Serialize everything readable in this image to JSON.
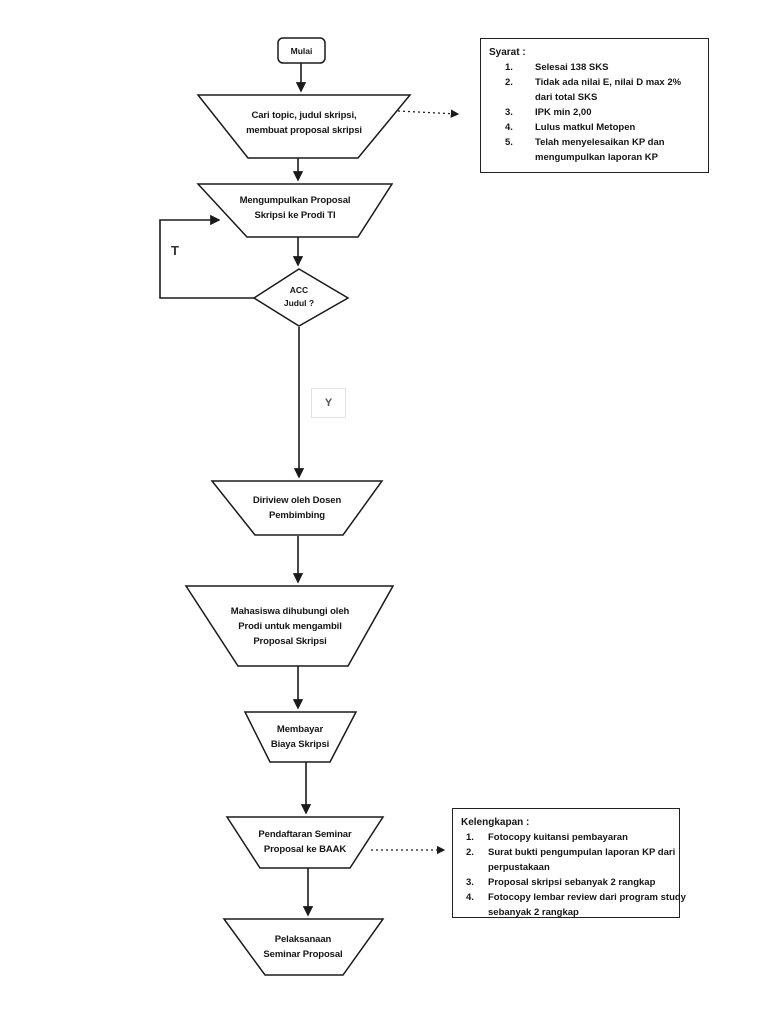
{
  "nodes": {
    "start": {
      "label": "Mulai"
    },
    "cari_topic": {
      "lines": [
        "Cari topic, judul skripsi,",
        "membuat proposal skripsi"
      ]
    },
    "mengumpulkan_proposal": {
      "lines": [
        "Mengumpulkan Proposal",
        "Skripsi ke  Prodi TI"
      ]
    },
    "acc_judul": {
      "lines": [
        "ACC",
        "Judul ?"
      ]
    },
    "diriview": {
      "lines": [
        "Diriview oleh Dosen",
        "Pembimbing"
      ]
    },
    "mahasiswa_dihubungi": {
      "lines": [
        "Mahasiswa dihubungi oleh",
        "Prodi untuk mengambil",
        "Proposal Skripsi"
      ]
    },
    "membayar": {
      "lines": [
        "Membayar",
        "Biaya Skripsi"
      ]
    },
    "pendaftaran_seminar": {
      "lines": [
        "Pendaftaran Seminar",
        "Proposal ke BAAK"
      ]
    },
    "pelaksanaan_seminar": {
      "lines": [
        "Pelaksanaan",
        "Seminar Proposal"
      ]
    }
  },
  "branch_labels": {
    "no": "T",
    "yes": "Y"
  },
  "syarat_box": {
    "title": "Syarat :",
    "items": [
      {
        "num": "1.",
        "lines": [
          "Selesai 138 SKS"
        ]
      },
      {
        "num": "2.",
        "lines": [
          "Tidak ada nilai E, nilai D max 2%",
          "dari total SKS"
        ]
      },
      {
        "num": "3.",
        "lines": [
          "IPK min 2,00"
        ]
      },
      {
        "num": "4.",
        "lines": [
          "Lulus matkul Metopen"
        ]
      },
      {
        "num": "5.",
        "lines": [
          "Telah menyelesaikan KP dan",
          "mengumpulkan laporan KP"
        ]
      }
    ]
  },
  "kelengkapan_box": {
    "title": "Kelengkapan :",
    "items": [
      {
        "num": "1.",
        "lines": [
          "Fotocopy kuitansi pembayaran"
        ]
      },
      {
        "num": "2.",
        "lines": [
          "Surat bukti pengumpulan laporan KP dari",
          "perpustakaan"
        ]
      },
      {
        "num": "3.",
        "lines": [
          "Proposal skripsi sebanyak 2 rangkap"
        ]
      },
      {
        "num": "4.",
        "lines": [
          "Fotocopy lembar review dari program study",
          "sebanyak 2 rangkap"
        ]
      }
    ]
  },
  "colors": {
    "line": "#1a1a1a",
    "background": "#ffffff",
    "yes_box_border": "#e2e2de"
  }
}
